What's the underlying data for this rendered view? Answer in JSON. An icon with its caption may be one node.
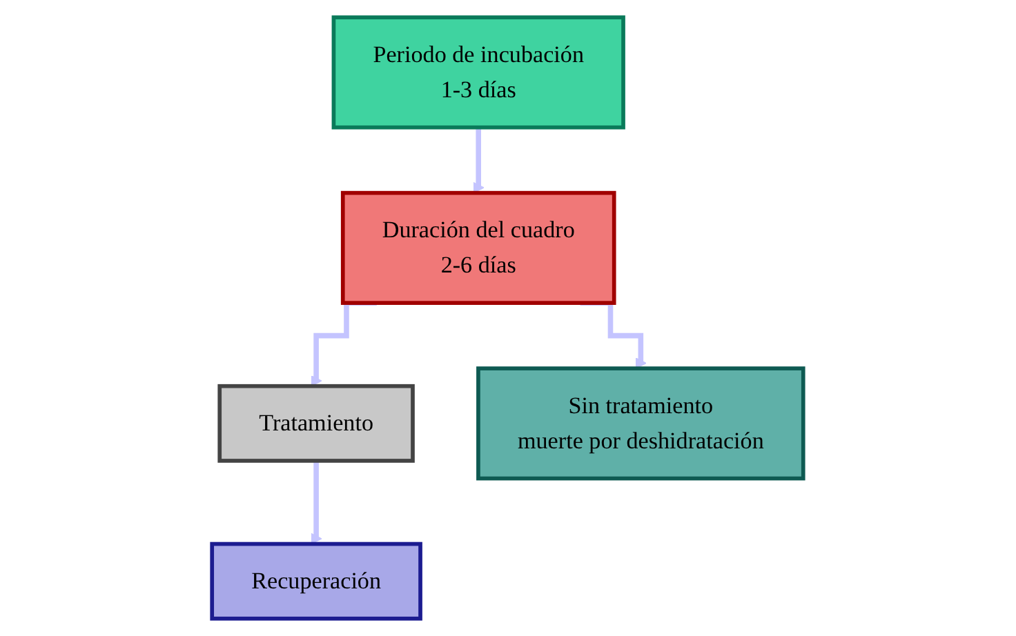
{
  "diagram": {
    "nodes": [
      {
        "text": [
          "Periodo de incubación",
          "1-3 días"
        ]
      },
      {
        "text": [
          "Duración del cuadro",
          "2-6 días"
        ]
      },
      {
        "text": [
          "Tratamiento"
        ]
      },
      {
        "text": [
          "Recuperación"
        ]
      },
      {
        "text": [
          "Sin tratamiento",
          "muerte por deshidratación"
        ]
      }
    ],
    "edges": [
      {
        "from": 0,
        "to": 1,
        "arrow": "to"
      },
      {
        "from": 1,
        "to": 2,
        "arrow": "to"
      },
      {
        "from": 2,
        "to": 3,
        "arrow": "to"
      },
      {
        "from": 1,
        "to": 4,
        "arrow": "to"
      }
    ]
  }
}
